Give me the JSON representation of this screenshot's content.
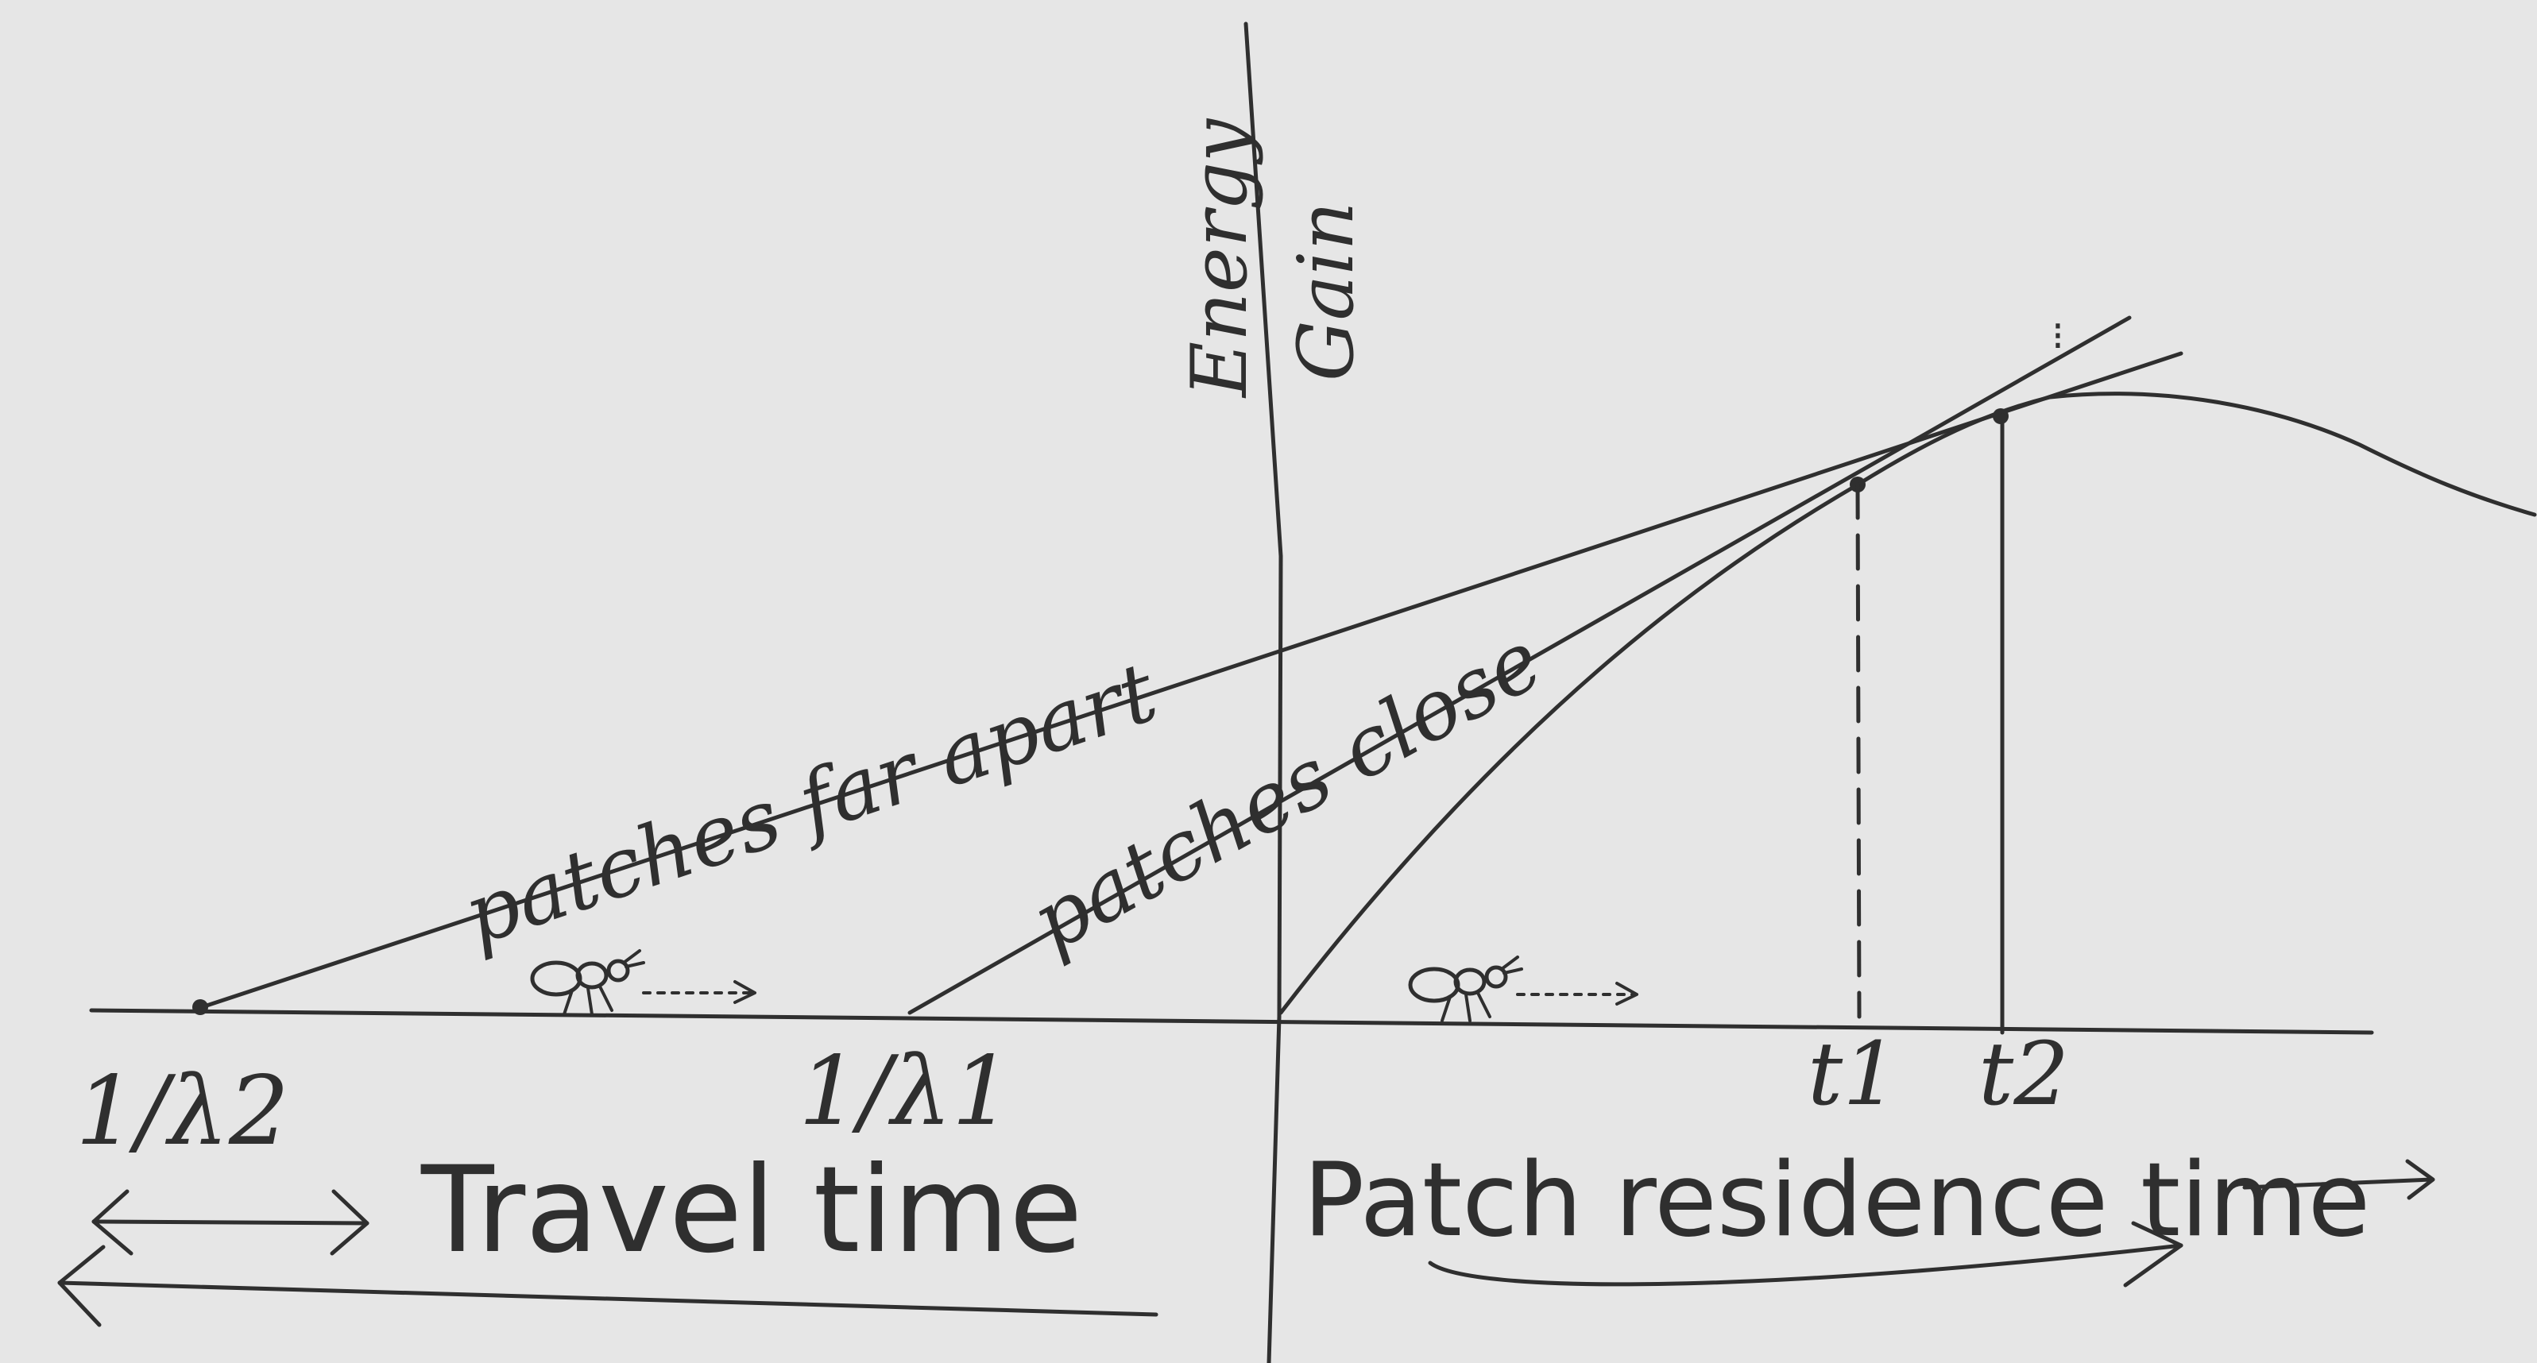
{
  "colors": {
    "paper": "#e6e6e6",
    "ink": "#2f2f2f"
  },
  "labels": {
    "y_axis_line1": "Energy",
    "y_axis_line2": "Gain",
    "line_far": "patches far apart",
    "line_close": "patches close",
    "tick_lambda2": "1/λ2",
    "tick_lambda1": "1/λ1",
    "tick_t1": "t1",
    "tick_t2": "t2",
    "left_axis_title": "Travel time",
    "right_axis_title": "Patch residence time"
  },
  "icons": {
    "ant_left": "ant-icon",
    "ant_right": "ant-icon"
  }
}
